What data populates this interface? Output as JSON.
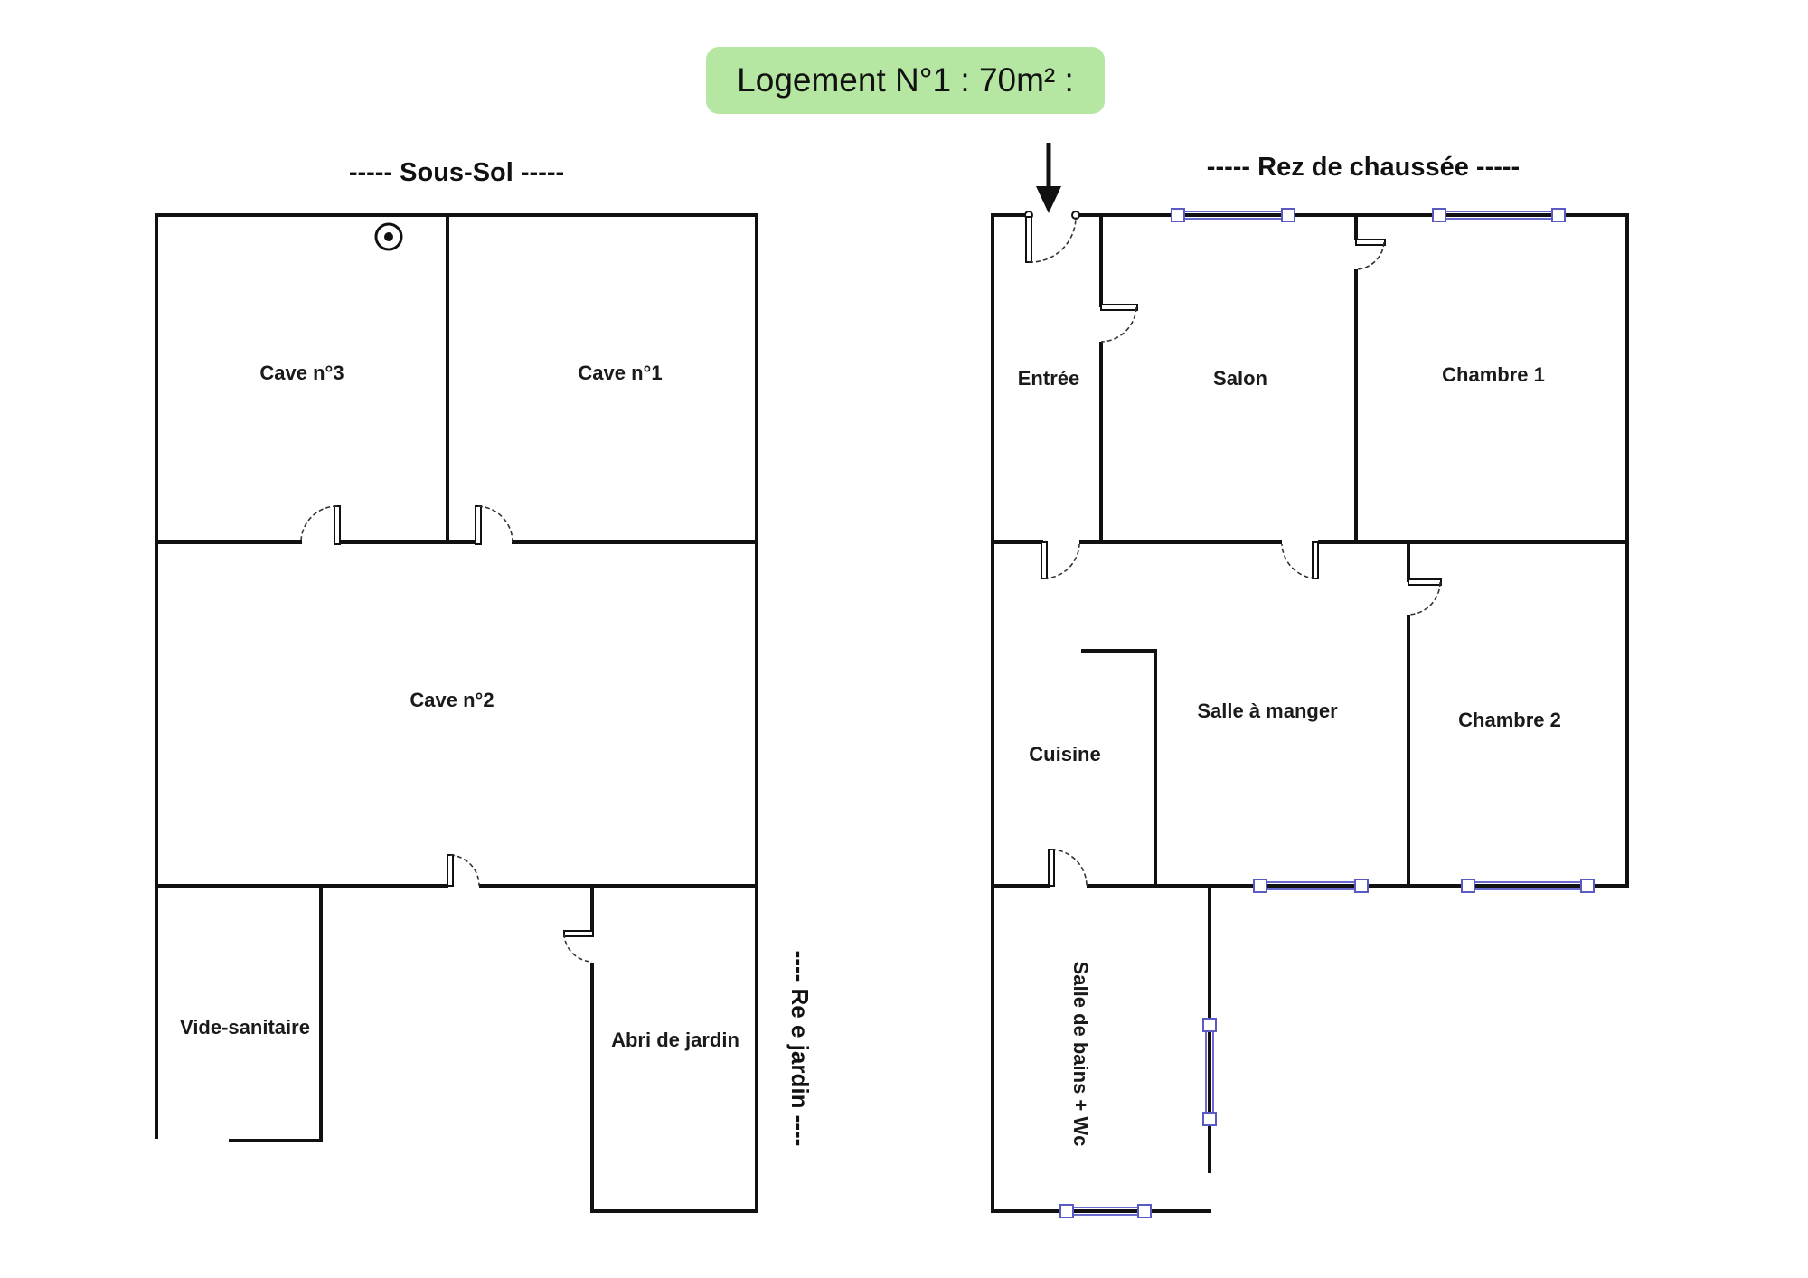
{
  "title": "Logement N°1 : 70m² :",
  "basement": {
    "header": "-----  Sous-Sol  -----",
    "rooms": {
      "cave3": "Cave n°3",
      "cave1": "Cave n°1",
      "cave2": "Cave n°2",
      "vide_sanitaire": "Vide-sanitaire",
      "abri_jardin": "Abri de jardin"
    },
    "side_label": "----  Re   e jardin  ----"
  },
  "ground_floor": {
    "header": "-----  Rez de chaussée  -----",
    "rooms": {
      "entree": "Entrée",
      "salon": "Salon",
      "chambre1": "Chambre 1",
      "salle_manger": "Salle à manger",
      "chambre2": "Chambre 2",
      "cuisine": "Cuisine",
      "salle_bains": "Salle de bains + Wc"
    }
  },
  "colors": {
    "title_badge": "#b5e6a2",
    "walls": "#111111",
    "windows": "#5a5ac4"
  },
  "icons": [
    "entrance-arrow-icon",
    "target-circle-icon"
  ]
}
